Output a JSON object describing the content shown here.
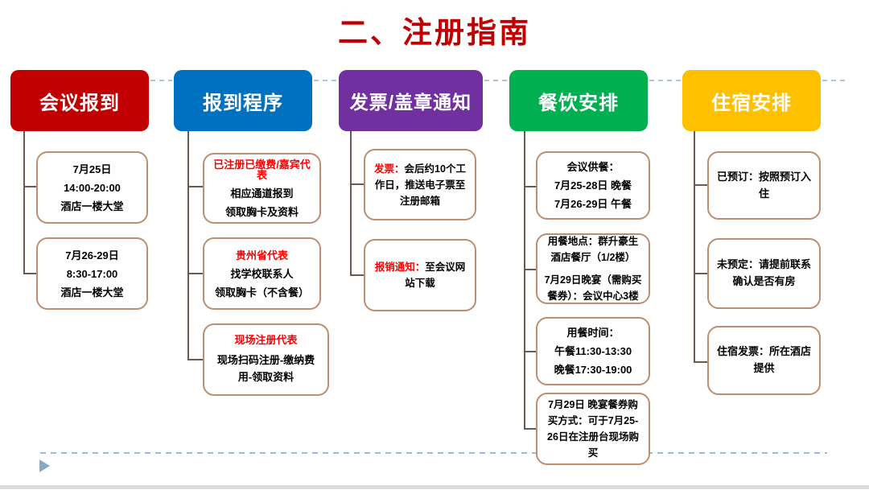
{
  "slide": {
    "title": "二、注册指南",
    "title_color": "#C00000"
  },
  "colors": {
    "connector_line": "#6B5A52",
    "box_border": "#BE8E72",
    "dashed_connector": "#A9C6E4",
    "footer_dashed_line": "#9DB9D9",
    "red_text": "#FF0000"
  },
  "icons": {
    "footer_triangle": "play-triangle"
  },
  "columns": [
    {
      "header": {
        "label": "会议报到",
        "color": "#C00000"
      },
      "boxes": [
        {
          "lines": [
            "7月25日",
            "14:00-20:00",
            "酒店一楼大堂"
          ]
        },
        {
          "lines": [
            "7月26-29日",
            "8:30-17:00",
            "酒店一楼大堂"
          ]
        }
      ]
    },
    {
      "header": {
        "label": "报到程序",
        "color": "#0070C0"
      },
      "boxes": [
        {
          "title": "已注册已缴费/嘉宾代表",
          "lines": [
            "相应通道报到",
            "领取胸卡及资料"
          ]
        },
        {
          "title": "贵州省代表",
          "lines": [
            "找学校联系人",
            "领取胸卡（不含餐）"
          ]
        },
        {
          "title": "现场注册代表",
          "lines": [
            "现场扫码注册-缴纳费用-领取资料"
          ]
        }
      ]
    },
    {
      "header": {
        "label": "发票/盖章通知",
        "color": "#7030A0"
      },
      "boxes": [
        {
          "lead": "发票：",
          "body": "会后约10个工作日，推送电子票至注册邮箱"
        },
        {
          "lead": "报销通知：",
          "body": "至会议网站下载"
        }
      ]
    },
    {
      "header": {
        "label": "餐饮安排",
        "color": "#00B050"
      },
      "boxes": [
        {
          "lines": [
            "会议供餐：",
            "7月25-28日 晚餐",
            "7月26-29日 午餐"
          ]
        },
        {
          "paragraphs": [
            "用餐地点：群升豪生酒店餐厅（1/2楼）",
            "7月29日晚宴（需购买餐券）：会议中心3楼"
          ]
        },
        {
          "lines": [
            "用餐时间：",
            "午餐11:30-13:30",
            "晚餐17:30-19:00"
          ]
        },
        {
          "paragraphs": [
            "7月29日 晚宴餐券购买方式：可于7月25-26日在注册台现场购买"
          ]
        }
      ]
    },
    {
      "header": {
        "label": "住宿安排",
        "color": "#FFC000"
      },
      "boxes": [
        {
          "body": "已预订：按照预订入住"
        },
        {
          "body": "未预定：请提前联系确认是否有房"
        },
        {
          "body": "住宿发票：所在酒店提供"
        }
      ]
    }
  ]
}
